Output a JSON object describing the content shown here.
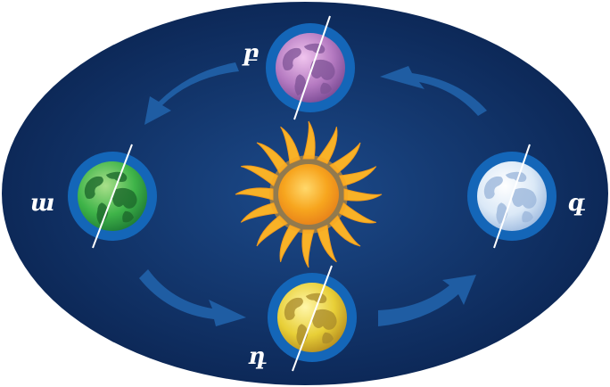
{
  "labels": {
    "left": "ա",
    "top": "բ",
    "right": "գ",
    "bottom": "դ"
  },
  "colors": {
    "background_outer": "#0c2a5e",
    "background_inner": "#173f7c",
    "orbit_arrow": "#1f5da3",
    "earth_halo": "#1466b8",
    "sun_core": "#f7a51e",
    "sun_rays": "#f8b227",
    "planet_left": "#3fb449",
    "planet_top": "#b57ac1",
    "planet_right": "#dbe9f7",
    "planet_bottom": "#e8cf37"
  },
  "icons": {
    "sun": "sun-icon",
    "planet": "earth-globe-icon",
    "arrow": "orbit-arrow-icon"
  }
}
